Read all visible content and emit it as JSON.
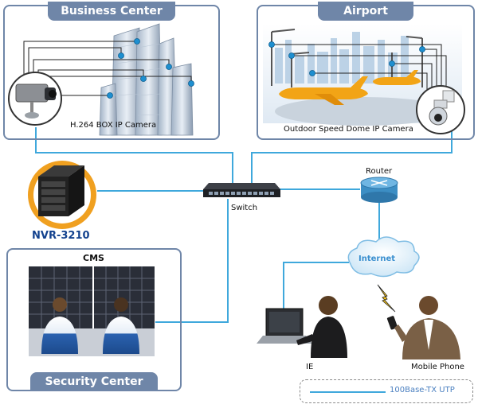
{
  "panels": {
    "business_center": "Business Center",
    "airport": "Airport",
    "security_center": "Security Center"
  },
  "devices": {
    "box_camera": "H.264 BOX IP Camera",
    "dome_camera": "Outdoor Speed Dome IP Camera",
    "switch": "Switch",
    "router": "Router",
    "nvr": "NVR-3210",
    "cms": "CMS",
    "internet": "Internet",
    "ie": "IE",
    "mobile": "Mobile Phone"
  },
  "legend": {
    "label": "100Base-TX UTP",
    "color": "#3fa8dc"
  },
  "colors": {
    "panel_border": "#6f86a8",
    "cable": "#3fa8dc",
    "nvr_ring": "#f0a020"
  }
}
